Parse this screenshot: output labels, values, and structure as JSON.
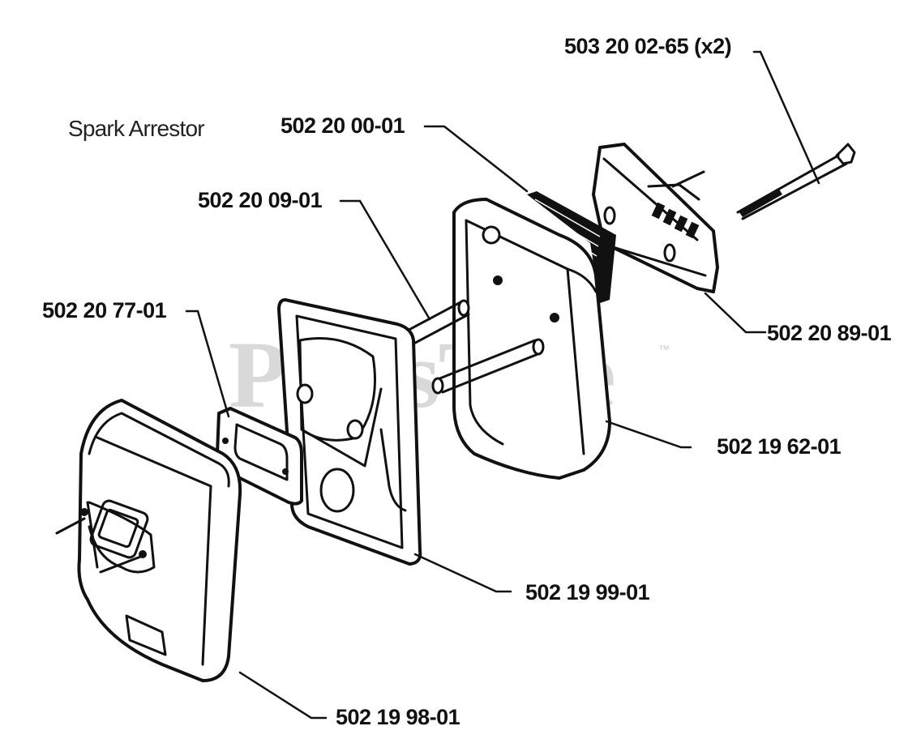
{
  "diagram": {
    "title": "Spark Arrestor",
    "watermark": "PartsTree",
    "watermark_tm": "™",
    "parts": [
      {
        "id": "bolt",
        "number": "503 20 02-65 (x2)"
      },
      {
        "id": "spark-screen",
        "number": "502 20 00-01"
      },
      {
        "id": "gasket-plate",
        "number": "502 20 09-01"
      },
      {
        "id": "small-gasket",
        "number": "502 20 77-01"
      },
      {
        "id": "deflector",
        "number": "502 20 89-01"
      },
      {
        "id": "muffler-body",
        "number": "502 19 62-01"
      },
      {
        "id": "muffler-plate",
        "number": "502 19 99-01"
      },
      {
        "id": "muffler-cover",
        "number": "502 19 98-01"
      }
    ]
  }
}
